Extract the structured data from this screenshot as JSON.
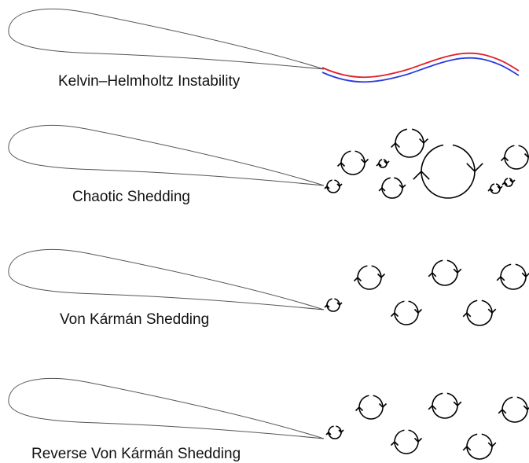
{
  "panels": [
    {
      "label": "Kelvin–Helmholtz Instability",
      "mode": "shear-layer"
    },
    {
      "label": "Chaotic Shedding",
      "mode": "vortices"
    },
    {
      "label": "Von Kármán Shedding",
      "mode": "vortices"
    },
    {
      "label": "Reverse Von Kármán Shedding",
      "mode": "vortices"
    }
  ],
  "colors": {
    "airfoil": "#555555",
    "upper_layer": "#e0202a",
    "lower_layer": "#2a3be0",
    "vortex": "#000000"
  }
}
